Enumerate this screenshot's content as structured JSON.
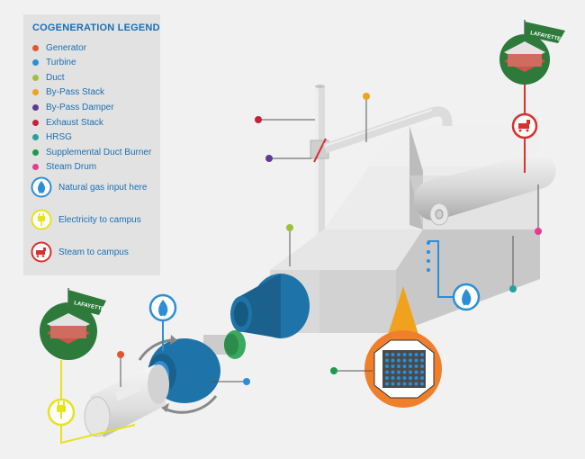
{
  "legend": {
    "title": "COGENERATION LEGEND",
    "items": [
      {
        "label": "Generator",
        "color": "#e3552f"
      },
      {
        "label": "Turbine",
        "color": "#2c8fd6"
      },
      {
        "label": "Duct",
        "color": "#9cc23c"
      },
      {
        "label": "By-Pass Stack",
        "color": "#f0a21f"
      },
      {
        "label": "By-Pass Damper",
        "color": "#5c3a96"
      },
      {
        "label": "Exhaust Stack",
        "color": "#c4213d"
      },
      {
        "label": "HRSG",
        "color": "#25a39b"
      },
      {
        "label": "Supplemental Duct Burner",
        "color": "#1c9a4d"
      },
      {
        "label": "Steam Drum",
        "color": "#e63b8f"
      }
    ],
    "icon_items": [
      {
        "label": "Natural gas input here",
        "icon": "flame-icon",
        "color": "#2c8fd6"
      },
      {
        "label": "Electricity to campus",
        "icon": "plug-icon",
        "color": "#e8e21b"
      },
      {
        "label": "Steam to campus",
        "icon": "steam-train-icon",
        "color": "#d7322d"
      }
    ]
  },
  "pennant_text": "LAFAYETTE",
  "colors": {
    "gray_light": "#e3e3e3",
    "gray_mid": "#cfcfcf",
    "gray_dark": "#b5b5b5",
    "turbine": "#1e74a8",
    "duct_green": "#3aa85e",
    "building_red": "#c9554b",
    "campus_green": "#2d7a3a"
  }
}
